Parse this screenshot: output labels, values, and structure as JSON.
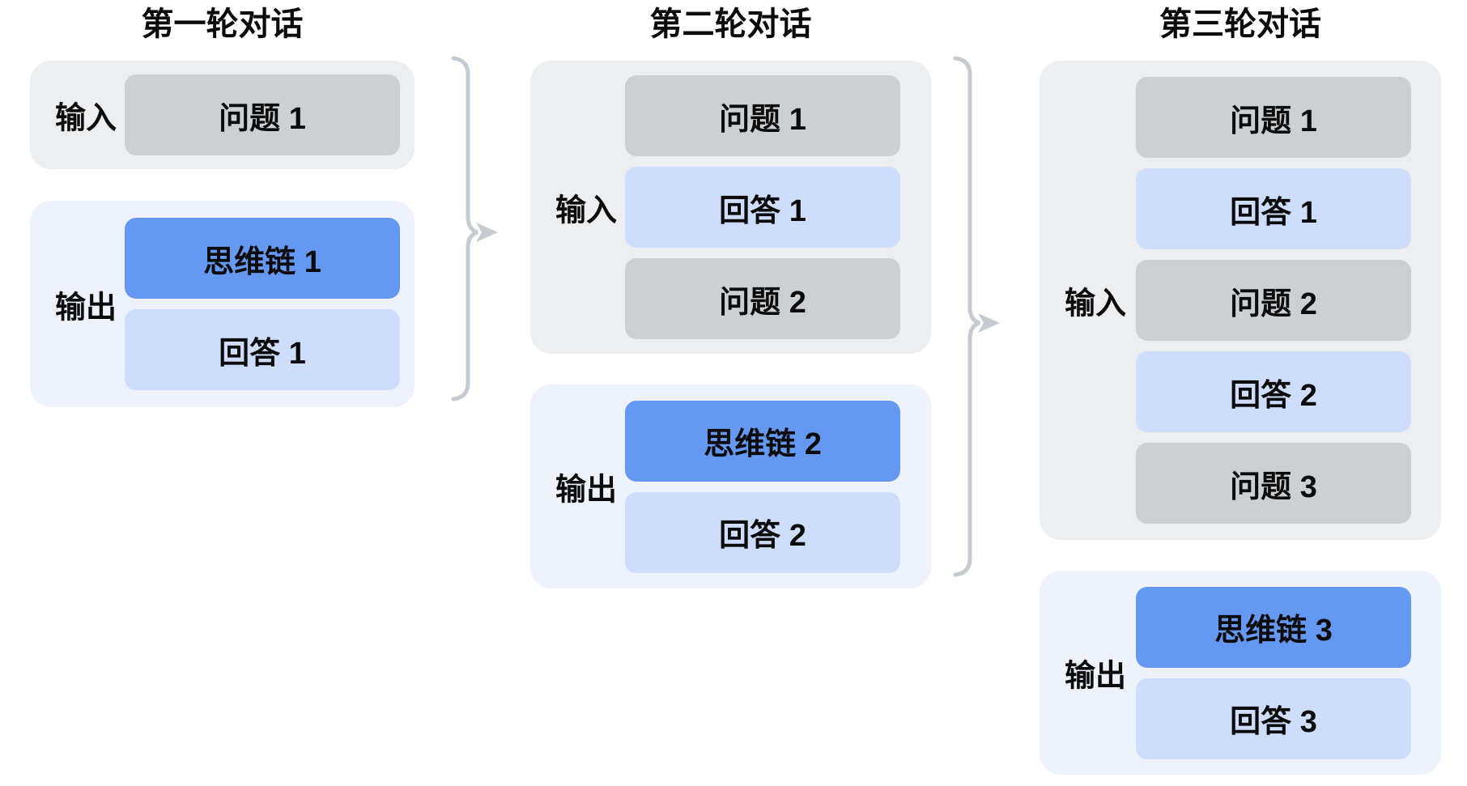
{
  "rounds": [
    {
      "title": "第一轮对话",
      "input_label": "输入",
      "output_label": "输出",
      "input_items": [
        "问题 1"
      ],
      "output_items": [
        "思维链 1",
        "回答 1"
      ]
    },
    {
      "title": "第二轮对话",
      "input_label": "输入",
      "output_label": "输出",
      "input_items": [
        "问题 1",
        "回答 1",
        "问题 2"
      ],
      "output_items": [
        "思维链 2",
        "回答 2"
      ]
    },
    {
      "title": "第三轮对话",
      "input_label": "输入",
      "output_label": "输出",
      "input_items": [
        "问题 1",
        "回答 1",
        "问题 2",
        "回答 2",
        "问题 3"
      ],
      "output_items": [
        "思维链 3",
        "回答 3"
      ]
    }
  ],
  "connectors": [
    {
      "icon": "brace-arrow-right-icon",
      "from": "第一轮对话",
      "to": "第二轮对话"
    },
    {
      "icon": "brace-arrow-right-icon",
      "from": "第二轮对话",
      "to": "第三轮对话"
    }
  ],
  "colors": {
    "bg": "#FFFFFF",
    "text": "#0B0B0C",
    "input_panel": "#ECEEF0",
    "question_box": "#CDD0D3",
    "output_panel": "#EDF2FD",
    "answer_box": "#CEDDFB",
    "cot_box": "#6598F1",
    "connector": "#C6CBD1"
  }
}
